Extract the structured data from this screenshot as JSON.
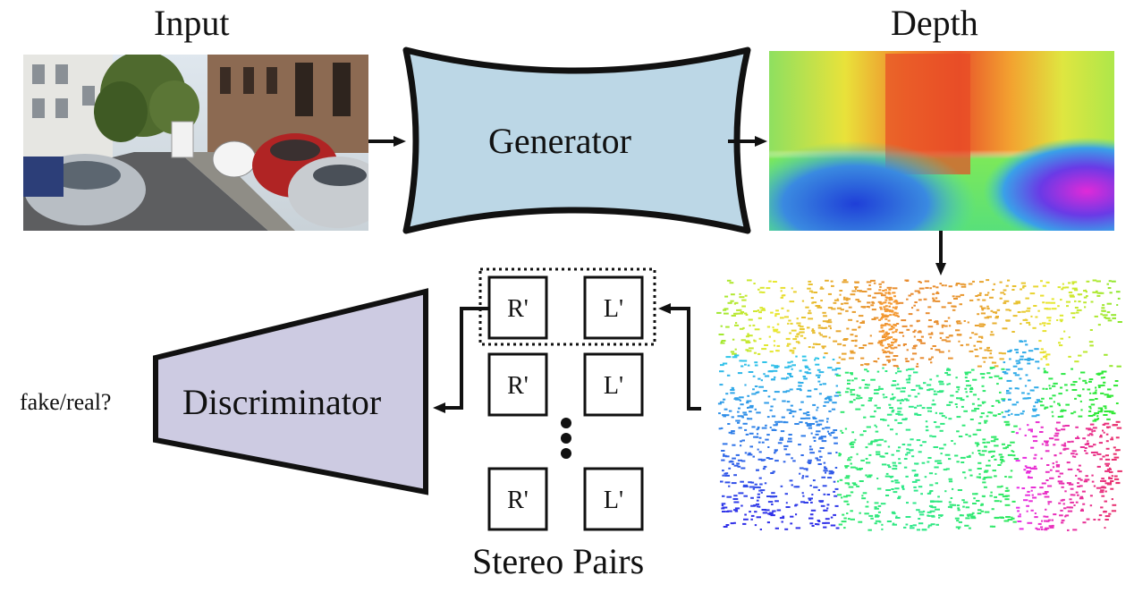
{
  "labels": {
    "input_title": "Input",
    "depth_title": "Depth",
    "generator": "Generator",
    "discriminator": "Discriminator",
    "fake_real": "fake/real?",
    "stereo_pairs": "Stereo Pairs"
  },
  "stereo_pairs": [
    {
      "right": "R'",
      "left": "L'",
      "highlighted": true
    },
    {
      "right": "R'",
      "left": "L'",
      "highlighted": false
    },
    {
      "right": "R'",
      "left": "L'",
      "highlighted": false
    }
  ],
  "colors": {
    "generator_fill": "#bcd7e6",
    "discriminator_fill": "#cdcbe2",
    "stroke": "#111111"
  },
  "images": {
    "input": "street-scene-photo",
    "depth": "depth-colormap",
    "pointcloud": "point-cloud-render"
  }
}
